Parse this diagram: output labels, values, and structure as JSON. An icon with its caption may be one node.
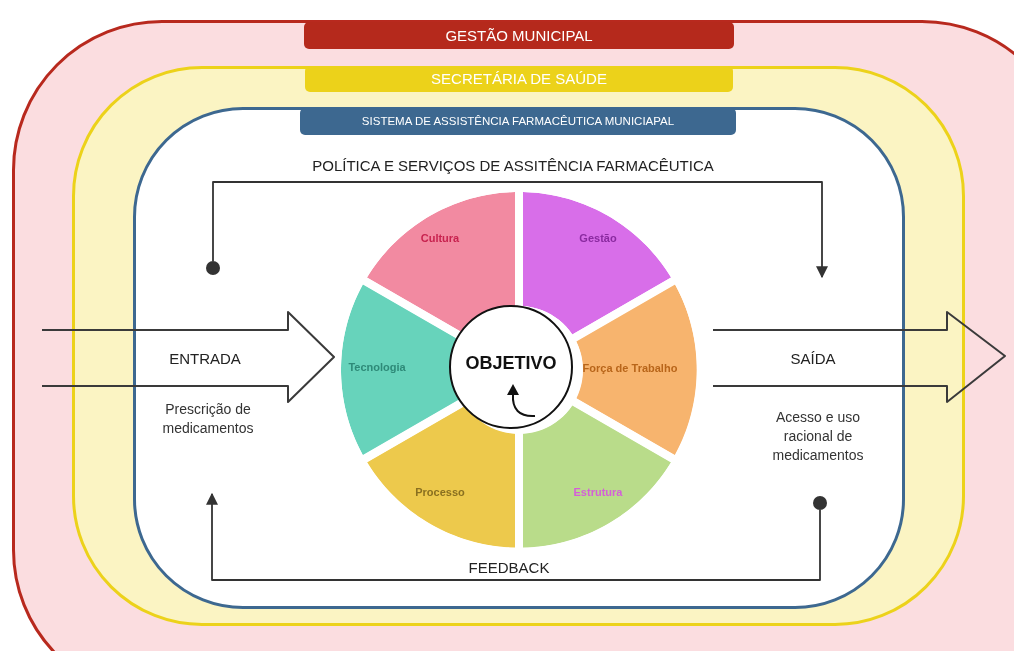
{
  "diagram": {
    "nodes": [
      {
        "text": [
          "GESTÃO MUNICIPAL"
        ]
      },
      {
        "text": [
          "SECRETÁRIA DE SAÚDE"
        ],
        "in": 0
      },
      {
        "text": [
          "SISTEMA DE ASSISTÊNCIA FARMACÊUTICA MUNICIAPAL"
        ],
        "in": 1
      },
      {
        "text": [
          "ENTRADA"
        ],
        "beside": [
          "Prescrição de medicamentos"
        ],
        "in": 0
      },
      {
        "text": [
          "Cultura"
        ],
        "in": 2
      },
      {
        "text": [
          "Gestão"
        ],
        "in": 2
      },
      {
        "text": [
          "Tecnologia"
        ],
        "in": 2
      },
      {
        "text": [
          "OBJETIVO"
        ],
        "in": 2
      },
      {
        "text": [
          "Força de Trabalho"
        ],
        "in": 2
      },
      {
        "text": [
          "Processo"
        ],
        "in": 2
      },
      {
        "text": [
          "Estrutura"
        ],
        "in": 2
      },
      {
        "text": [
          "SAÍDA"
        ],
        "beside": [
          "Acesso e uso racional de medicamentos"
        ],
        "in": 0
      },
      {
        "text": [],
        "shape": "circle",
        "in": 2
      },
      {
        "text": [],
        "shape": "circle",
        "in": 2
      }
    ],
    "edges": [
      {
        "from": 12,
        "to": null,
        "arrow": "to",
        "label": "POLÍTICA E SERVIÇOS DE ASSITÊNCIA FARMACÊUTICA"
      },
      {
        "from": 13,
        "to": null,
        "arrow": "to",
        "label": "FEEDBACK"
      }
    ]
  }
}
